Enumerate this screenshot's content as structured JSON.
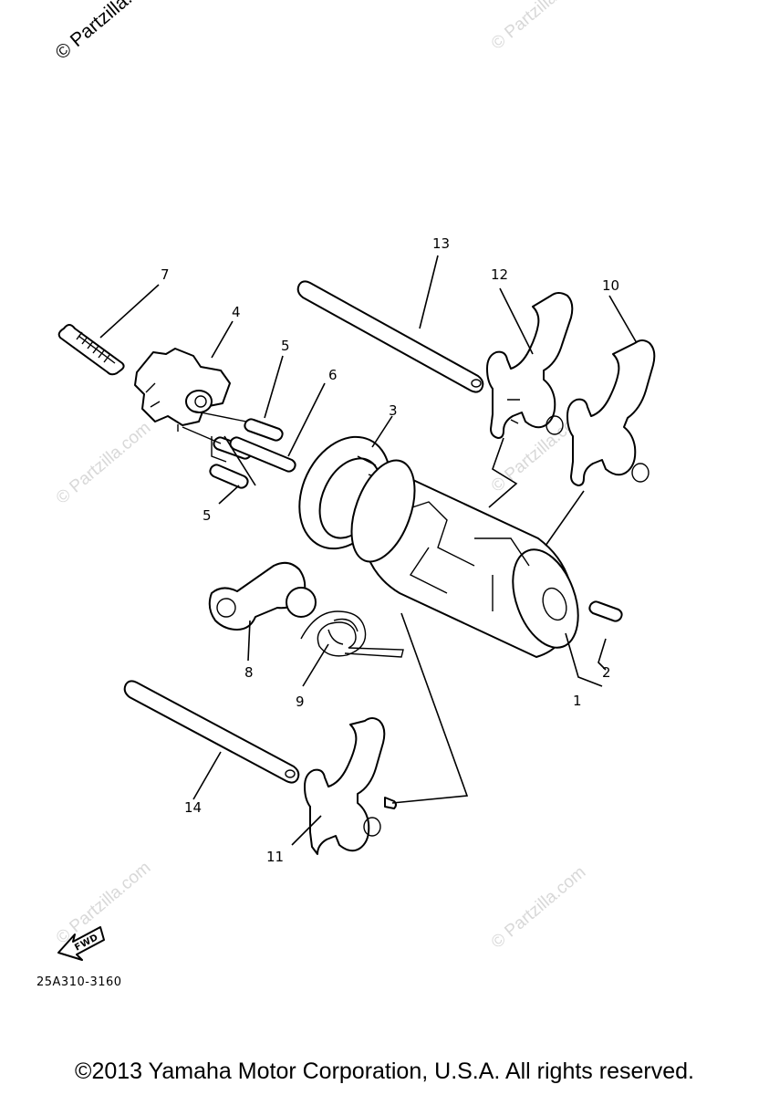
{
  "watermarks": {
    "top_left": "© Partzilla.com",
    "tiled": "© Partzilla.com"
  },
  "callouts": {
    "c1": "1",
    "c2": "2",
    "c3": "3",
    "c4": "4",
    "c5a": "5",
    "c5b": "5",
    "c6": "6",
    "c7": "7",
    "c8": "8",
    "c9": "9",
    "c10": "10",
    "c11": "11",
    "c12": "12",
    "c13": "13",
    "c14": "14"
  },
  "fwd_label": "FWD",
  "diagram_code": "25A310-3160",
  "copyright": "©2013 Yamaha Motor Corporation, U.S.A. All rights reserved."
}
